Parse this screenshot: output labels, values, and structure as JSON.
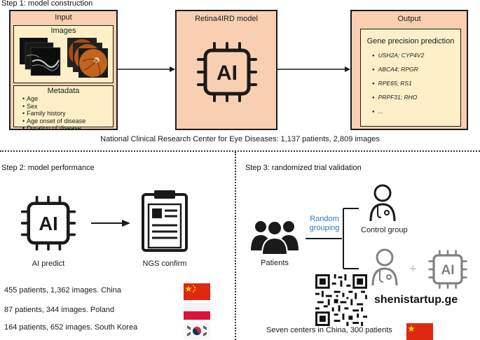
{
  "step1": {
    "title": "Step 1: model construction",
    "input": {
      "title": "Input",
      "images_title": "Images",
      "metadata_title": "Metadata",
      "metadata_items": [
        "Age",
        "Sex",
        "Family history",
        "Age onset of disease",
        "Duration of disease"
      ]
    },
    "model": {
      "title": "Retina4IRD model",
      "chip_label": "AI"
    },
    "output": {
      "title": "Output",
      "subtitle": "Gene precision prediction",
      "genes": [
        "USH2A; CYP4V2",
        "ABCA4; RPGR",
        "RPE65; RS1",
        "PRPF31; RHO",
        "..."
      ]
    },
    "footer": "National Clinical Research Center for Eye Diseases: 1,137 patients, 2,809 images"
  },
  "step2": {
    "title": "Step 2: model performance",
    "chip_label": "AI",
    "ai_label": "AI predict",
    "ngs_label": "NGS confirm",
    "cohorts": [
      {
        "text": "455 patients, 1,362 images. China",
        "flag": "china"
      },
      {
        "text": "87 patients, 344 images. Poland",
        "flag": "poland"
      },
      {
        "text": "164 patients, 652 images. South Korea",
        "flag": "south-korea"
      }
    ]
  },
  "step3": {
    "title": "Step 3: randomized trial validation",
    "patients_label": "Patients",
    "random_label_line1": "Random",
    "random_label_line2": "grouping",
    "control_label": "Control group",
    "plus_label": "+",
    "chip_label": "AI",
    "footer": "Seven centers in China, 300 patients"
  },
  "watermark": {
    "text": "shenistartup.ge"
  },
  "colors": {
    "panel": "#f8cfb0",
    "inner": "#fdf0c8",
    "accent_blue": "#2b79c2",
    "china_red": "#de2910",
    "poland_red": "#dc143c"
  }
}
